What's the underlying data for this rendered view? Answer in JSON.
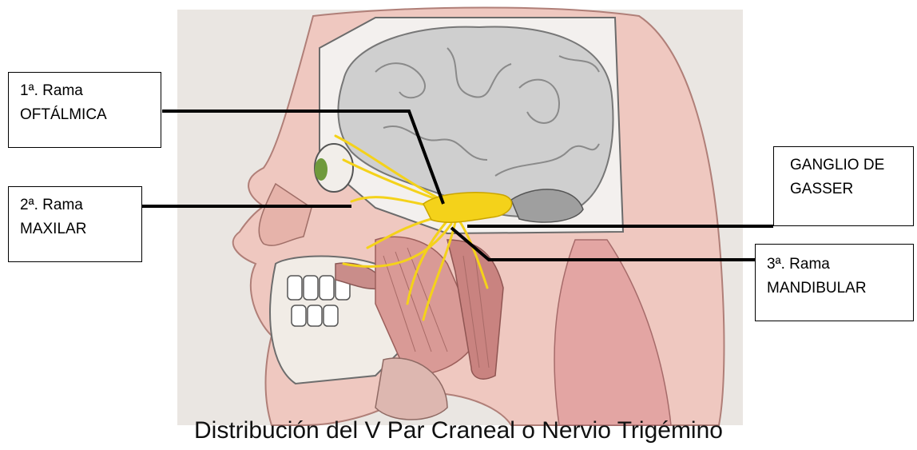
{
  "labels": {
    "oftalmica": {
      "line1": "1ª. Rama",
      "line2": "OFTÁLMICA"
    },
    "maxilar": {
      "line1": "2ª. Rama",
      "line2": "MAXILAR"
    },
    "gasser": {
      "line1": "GANGLIO DE",
      "line2": "GASSER"
    },
    "mandibular": {
      "line1": "3ª. Rama",
      "line2": "MANDIBULAR"
    }
  },
  "caption": "Distribución del V Par Craneal o Nervio Trigémino",
  "colors": {
    "skin": "#efc8c0",
    "brain": "#cfcfcf",
    "muscle": "#d99a96",
    "nerve": "#f4d21a",
    "bone": "#f1ece6",
    "leader": "#000000"
  }
}
